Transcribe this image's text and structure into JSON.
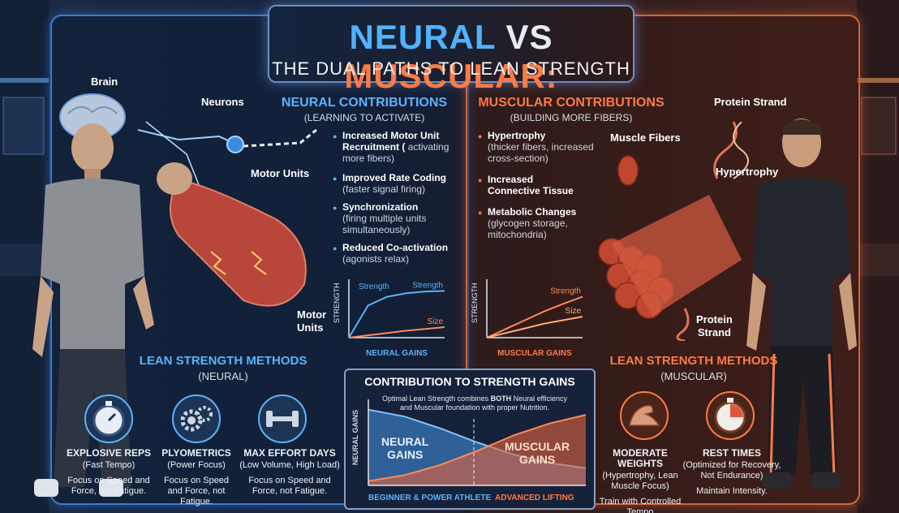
{
  "title": {
    "part1": "NEURAL",
    "part2": "VS",
    "part3": "MUSCULAR:",
    "subtitle": "THE DUAL PATHS TO LEAN STRENGTH"
  },
  "left_labels": {
    "brain": "Brain",
    "neurons": "Neurons",
    "motor_units_top": "Motor Units",
    "motor_units_bottom_1": "Motor",
    "motor_units_bottom_2": "Units"
  },
  "neural": {
    "heading": "NEURAL CONTRIBUTIONS",
    "subheading": "(LEARNING TO ACTIVATE)",
    "items": [
      {
        "title": "Increased Motor Unit Recruitment (",
        "desc": "activating more fibers)"
      },
      {
        "title": "Improved Rate Coding",
        "desc": "(faster signal firing)"
      },
      {
        "title": "Synchronization",
        "desc": "(firing multiple units simultaneously)"
      },
      {
        "title": "Reduced Co-activation",
        "desc": "(agonists relax)"
      }
    ],
    "chart_caption": "NEURAL GAINS"
  },
  "muscular": {
    "heading": "MUSCULAR CONTRIBUTIONS",
    "subheading": "(BUILDING MORE FIBERS)",
    "items": [
      {
        "title": "Hypertrophy",
        "desc": "(thicker fibers, increased cross-section)"
      },
      {
        "title": "Increased Connective Tissue",
        "desc": ""
      },
      {
        "title": "Metabolic Changes",
        "desc": "(glycogen storage, mitochondria)"
      }
    ],
    "chart_caption": "MUSCULAR GAINS"
  },
  "right_labels": {
    "protein_strand_top": "Protein Strand",
    "muscle_fibers": "Muscle Fibers",
    "hypertrophy": "Hypertrophy",
    "protein_strand_bottom_1": "Protein",
    "protein_strand_bottom_2": "Strand"
  },
  "chart_data": [
    {
      "type": "line",
      "title": "NEURAL GAINS",
      "ylabel": "STRENGTH",
      "series": [
        {
          "name": "Strength",
          "values": [
            0,
            55,
            70,
            76,
            79,
            80
          ]
        },
        {
          "name": "Size",
          "values": [
            0,
            4,
            8,
            12,
            15,
            18
          ]
        }
      ],
      "annotations": [
        "Strength"
      ]
    },
    {
      "type": "line",
      "title": "MUSCULAR GAINS",
      "ylabel": "STRENGTH",
      "series": [
        {
          "name": "Strength",
          "values": [
            0,
            15,
            30,
            45,
            58,
            70
          ]
        },
        {
          "name": "Size",
          "values": [
            0,
            8,
            16,
            24,
            30,
            36
          ]
        }
      ]
    },
    {
      "type": "area",
      "title": "CONTRIBUTION TO STRENGTH GAINS",
      "ylabel": "NEURAL GAINS",
      "series": [
        {
          "name": "NEURAL GAINS",
          "values": [
            88,
            80,
            66,
            50,
            36,
            26,
            20
          ]
        },
        {
          "name": "MUSCULAR GAINS",
          "values": [
            5,
            12,
            24,
            40,
            58,
            72,
            82
          ]
        }
      ],
      "xlabels": [
        "BEGINNER & POWER ATHLETE",
        "ADVANCED LIFTING"
      ]
    }
  ],
  "methods_neural": {
    "heading": "LEAN STRENGTH METHODS",
    "subheading": "(NEURAL)",
    "items": [
      {
        "title": "EXPLOSIVE REPS",
        "sub": "(Fast Tempo)",
        "note": "Focus on Speed and Force, not Fatigue."
      },
      {
        "title": "PLYOMETRICS",
        "sub": "(Power Focus)",
        "note": "Focus on Speed and Force, not Fatigue."
      },
      {
        "title": "MAX EFFORT DAYS",
        "sub": "(Low Volume, High Load)",
        "note": "Focus on Speed and Force, not Fatigue."
      }
    ]
  },
  "methods_muscular": {
    "heading": "LEAN STRENGTH METHODS",
    "subheading": "(MUSCULAR)",
    "items": [
      {
        "title": "MODERATE WEIGHTS",
        "sub": "(Hypertrophy, Lean Muscle Focus)",
        "note": "Train with Controlled Tempo"
      },
      {
        "title": "REST TIMES",
        "sub": "(Optimized for Recovery, Not Endurance)",
        "note": "Maintain Intensity."
      }
    ]
  },
  "center": {
    "heading": "CONTRIBUTION TO STRENGTH GAINS",
    "note_prefix": "Optimal Lean Strength combines ",
    "note_bold": "BOTH",
    "note_suffix": " Neural efficiency and Muscular foundation with proper Nutrition.",
    "neural_1": "NEURAL",
    "neural_2": "GAINS",
    "muscular_1": "MUSCULAR",
    "muscular_2": "GAINS",
    "x_left": "BEGINNER & POWER ATHLETE",
    "x_right": "ADVANCED LIFTING",
    "ylabel": "NEURAL GAINS"
  },
  "colors": {
    "neural": "#4fb3ff",
    "muscular": "#ff7a45"
  }
}
